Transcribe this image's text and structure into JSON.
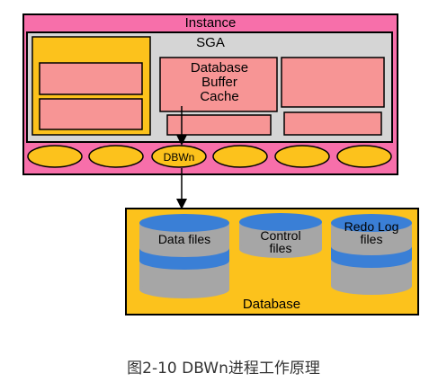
{
  "diagram": {
    "instance_label": "Instance",
    "sga_label": "SGA",
    "buffer_cache_lines": [
      "Database",
      "Buffer",
      "Cache"
    ],
    "dbwn_label": "DBWn",
    "database_label": "Database",
    "data_files_label": "Data files",
    "control_files_lines": [
      "Control",
      "files"
    ],
    "redo_log_lines": [
      "Redo Log",
      "files"
    ]
  },
  "caption": "图2-10 DBWn进程工作原理",
  "colors": {
    "instance_fill": "#f76faa",
    "sga_fill": "#d5d5d5",
    "cache_fill": "#f79595",
    "yellow": "#fcc21c",
    "disk_blue": "#3a7fd6",
    "disk_gray": "#a6a6a6"
  }
}
